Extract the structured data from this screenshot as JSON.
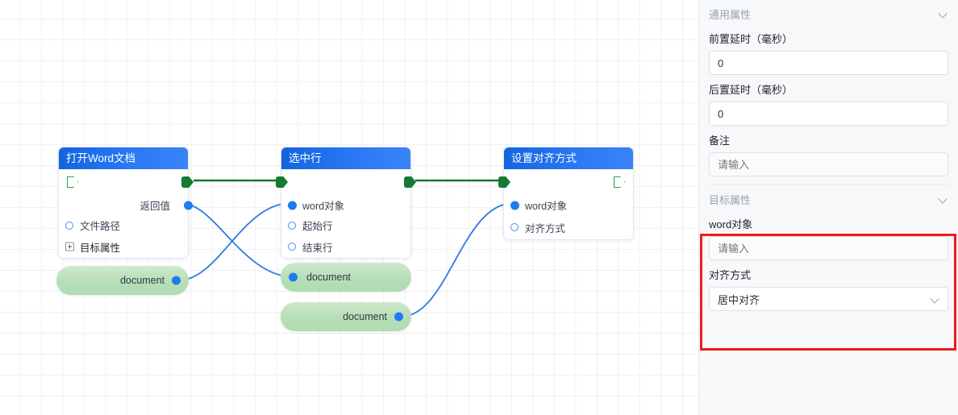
{
  "canvas": {
    "nodes": [
      {
        "id": "open-word-doc",
        "title": "打开Word文档",
        "rows": [
          {
            "kind": "flow",
            "label": ""
          },
          {
            "kind": "output",
            "label": "返回值"
          },
          {
            "kind": "input-ring",
            "label": "文件路径"
          },
          {
            "kind": "expander",
            "label": "目标属性"
          }
        ]
      },
      {
        "id": "select-row",
        "title": "选中行",
        "rows": [
          {
            "kind": "flow",
            "label": ""
          },
          {
            "kind": "input-dot",
            "label": "word对象"
          },
          {
            "kind": "input-ring",
            "label": "起始行"
          },
          {
            "kind": "input-ring",
            "label": "结束行"
          }
        ]
      },
      {
        "id": "set-alignment",
        "title": "设置对齐方式",
        "rows": [
          {
            "kind": "flow",
            "label": ""
          },
          {
            "kind": "input-dot",
            "label": "word对象"
          },
          {
            "kind": "input-ring",
            "label": "对齐方式"
          }
        ]
      }
    ],
    "pills": [
      {
        "id": "pill-1",
        "label": "document",
        "anchor": "right"
      },
      {
        "id": "pill-2",
        "label": "document",
        "anchor": "left"
      },
      {
        "id": "pill-3",
        "label": "document",
        "anchor": "right"
      }
    ],
    "colors": {
      "node_header": "#2a78f4",
      "flow_edge": "#17762f",
      "data_edge": "#2a7ae2",
      "pill_fill": "#b7dfb8",
      "grid_line": "#f0f1f4"
    }
  },
  "panel": {
    "general": {
      "title": "通用属性",
      "chevron": "chevron-down-icon",
      "pre_delay_label": "前置延时（毫秒）",
      "pre_delay_value": "0",
      "post_delay_label": "后置延时（毫秒）",
      "post_delay_value": "0",
      "remark_label": "备注",
      "remark_value": "",
      "remark_placeholder": "请输入"
    },
    "target": {
      "title": "目标属性",
      "chevron": "chevron-down-icon",
      "word_object_label": "word对象",
      "word_object_value": "",
      "word_object_placeholder": "请输入",
      "alignment_label": "对齐方式",
      "alignment_value": "居中对齐",
      "alignment_chevron": "chevron-down-icon"
    },
    "highlight_color": "#ee1b1b"
  }
}
